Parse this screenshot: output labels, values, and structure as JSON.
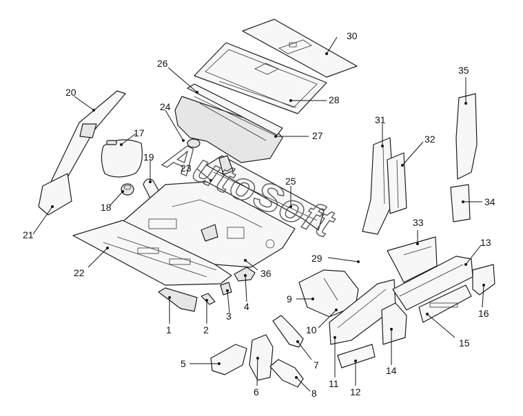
{
  "watermark": "AutoSoft",
  "callouts": [
    {
      "id": "label-1",
      "text": "1"
    },
    {
      "id": "label-2",
      "text": "2"
    },
    {
      "id": "label-3",
      "text": "3"
    },
    {
      "id": "label-4",
      "text": "4"
    },
    {
      "id": "label-5",
      "text": "5"
    },
    {
      "id": "label-6",
      "text": "6"
    },
    {
      "id": "label-7",
      "text": "7"
    },
    {
      "id": "label-8",
      "text": "8"
    },
    {
      "id": "label-9",
      "text": "9"
    },
    {
      "id": "label-10",
      "text": "10"
    },
    {
      "id": "label-11",
      "text": "11"
    },
    {
      "id": "label-12",
      "text": "12"
    },
    {
      "id": "label-13",
      "text": "13"
    },
    {
      "id": "label-14",
      "text": "14"
    },
    {
      "id": "label-15",
      "text": "15"
    },
    {
      "id": "label-16",
      "text": "16"
    },
    {
      "id": "label-17",
      "text": "17"
    },
    {
      "id": "label-18",
      "text": "18"
    },
    {
      "id": "label-19",
      "text": "19"
    },
    {
      "id": "label-20",
      "text": "20"
    },
    {
      "id": "label-21",
      "text": "21"
    },
    {
      "id": "label-22",
      "text": "22"
    },
    {
      "id": "label-23",
      "text": "23"
    },
    {
      "id": "label-24",
      "text": "24"
    },
    {
      "id": "label-25",
      "text": "25"
    },
    {
      "id": "label-26",
      "text": "26"
    },
    {
      "id": "label-27",
      "text": "27"
    },
    {
      "id": "label-28",
      "text": "28"
    },
    {
      "id": "label-29",
      "text": "29"
    },
    {
      "id": "label-30",
      "text": "30"
    },
    {
      "id": "label-31",
      "text": "31"
    },
    {
      "id": "label-32",
      "text": "32"
    },
    {
      "id": "label-33",
      "text": "33"
    },
    {
      "id": "label-34",
      "text": "34"
    },
    {
      "id": "label-35",
      "text": "35"
    },
    {
      "id": "label-36",
      "text": "36"
    }
  ]
}
